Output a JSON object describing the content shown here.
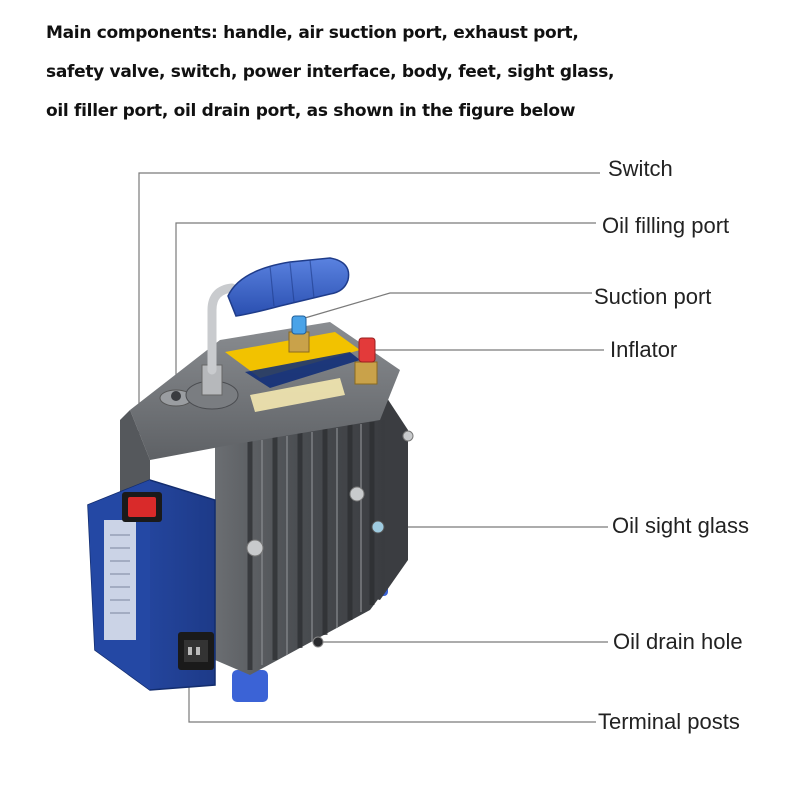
{
  "intro": {
    "lines": [
      "Main components: handle, air suction port, exhaust port,",
      "safety valve, switch, power interface, body, feet, sight glass,",
      "oil filler port, oil drain port, as shown in the figure below"
    ]
  },
  "callouts": {
    "switch": "Switch",
    "oil_filling_port": "Oil filling port",
    "suction_port": "Suction port",
    "inflator": "Inflator",
    "oil_sight_glass": "Oil sight glass",
    "oil_drain_hole": "Oil drain hole",
    "terminal_posts": "Terminal posts"
  },
  "colors": {
    "body": "#5a5d61",
    "housing": "#2b4fa8",
    "handle": "#3a62c9",
    "switch": "#d92a2a",
    "label_panel": "#f2c200",
    "leader": "#666666"
  }
}
